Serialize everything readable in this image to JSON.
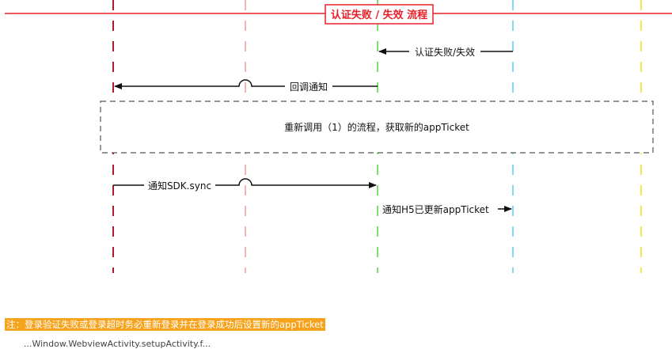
{
  "title": "认证失败 / 失效 流程",
  "colors": {
    "title": "#e8202a",
    "lifeline_1": "#b01c2e",
    "lifeline_2": "#f4b4b0",
    "lifeline_3": "#7be06b",
    "lifeline_4": "#7fdcf0",
    "lifeline_5": "#f3ea4a",
    "note_bg": "#f7a21b"
  },
  "messages": {
    "m1": "认证失败/失效",
    "m2": "回调通知",
    "m3": "通知SDK.sync",
    "m4": "通知H5已更新appTicket"
  },
  "box_text": "重新调用（1）的流程，获取新的appTicket",
  "note": "注：登录验证失败或登录超时务必重新登录并在登录成功后设置新的appTicket",
  "partial_text": "...Window.WebviewActivity.setupActivity.f..."
}
